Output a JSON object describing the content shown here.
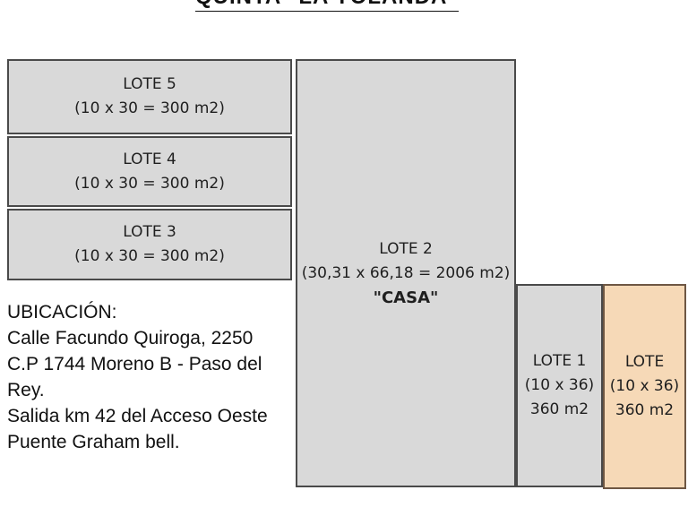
{
  "title": {
    "text": "QUINTA \"LA YOLANDA\""
  },
  "lots": {
    "lote5": {
      "name": "LOTE 5",
      "dims": "(10 x 30 = 300 m2)"
    },
    "lote4": {
      "name": "LOTE 4",
      "dims": "(10 x 30 = 300 m2)"
    },
    "lote3": {
      "name": "LOTE 3",
      "dims": "(10 x 30 = 300 m2)"
    },
    "lote2": {
      "name": "LOTE 2",
      "dims": "(30,31 x 66,18 = 2006 m2)",
      "label": "\"CASA\""
    },
    "lote1": {
      "name": "LOTE 1",
      "dims": "(10 x 36)",
      "area": "360 m2"
    },
    "lote_highlight": {
      "name": "LOTE",
      "dims": "(10 x 36)",
      "area": "360 m2"
    }
  },
  "location": {
    "heading": "UBICACIÓN:",
    "lines": [
      "Calle Facundo Quiroga, 2250",
      "C.P 1744 Moreno B - Paso del",
      "Rey.",
      "Salida km 42 del Acceso Oeste",
      "Puente Graham bell."
    ]
  },
  "colors": {
    "lot_fill": "#d9d9d9",
    "lot_border": "#4a4a4a",
    "highlight_fill": "#f6d9b7",
    "highlight_border": "#6e5744",
    "text": "#1f1f1f"
  }
}
